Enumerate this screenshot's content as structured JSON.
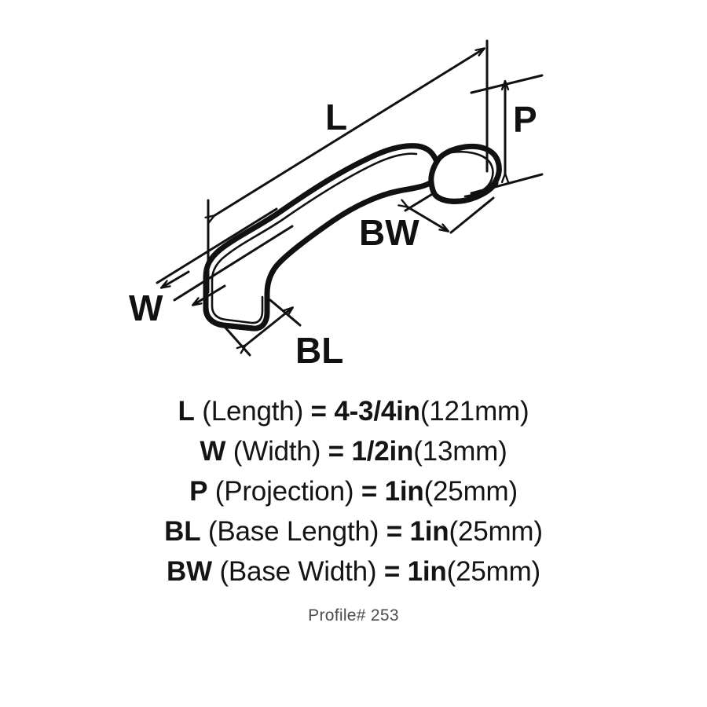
{
  "diagram": {
    "title_alt": "Cabinet pull handle dimension diagram",
    "dimension_labels": {
      "length": "L",
      "width": "W",
      "projection": "P",
      "base_length": "BL",
      "base_width": "BW"
    },
    "stroke_color": "#111111",
    "background_color": "#ffffff"
  },
  "specs": [
    {
      "code": "L",
      "desc": " (Length)",
      "eq": " = ",
      "value": "4-3/4in",
      "metric": "(121mm)"
    },
    {
      "code": "W",
      "desc": " (Width)",
      "eq": " = ",
      "value": "1/2in",
      "metric": "(13mm)"
    },
    {
      "code": "P",
      "desc": " (Projection)",
      "eq": " = ",
      "value": "1in",
      "metric": "(25mm)"
    },
    {
      "code": "BL",
      "desc": " (Base Length)",
      "eq": " = ",
      "value": "1in",
      "metric": "(25mm)"
    },
    {
      "code": "BW",
      "desc": " (Base Width)",
      "eq": " = ",
      "value": "1in",
      "metric": "(25mm)"
    }
  ],
  "profile": {
    "text": "Profile# 253"
  }
}
